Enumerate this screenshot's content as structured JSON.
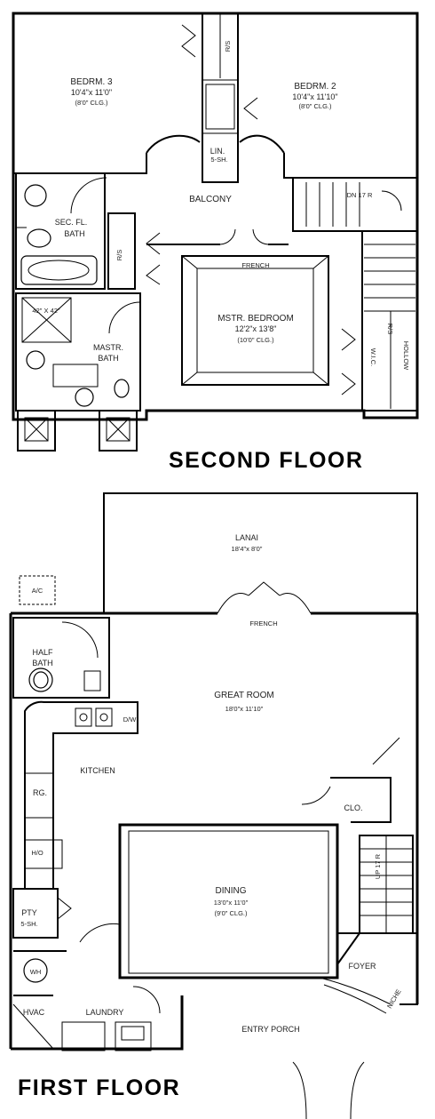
{
  "second_floor": {
    "title": "SECOND FLOOR",
    "rooms": {
      "bedrm3": {
        "name": "BEDRM. 3",
        "size": "10'4\"x 11'0\"",
        "ceiling": "(8'0\" CLG.)"
      },
      "bedrm2": {
        "name": "BEDRM. 2",
        "size": "10'4\"x 11'10\"",
        "ceiling": "(8'0\" CLG.)"
      },
      "lin": {
        "name": "LIN.",
        "detail": "5-SH."
      },
      "balcony": {
        "name": "BALCONY"
      },
      "sec_bath_1": "SEC. FL.",
      "sec_bath_2": "BATH",
      "mstr_bedroom": {
        "name": "MSTR. BEDROOM",
        "size": "12'2\"x 13'8\"",
        "ceiling": "(10'0\" CLG.)"
      },
      "mstr_bath_1": "MASTR.",
      "mstr_bath_2": "BATH",
      "shower": "42\" X 42\"",
      "wic": "W.I.C.",
      "rs_top": "R/S",
      "rs_left": "R/S",
      "rs_right": "R/S",
      "hollow": "HOLLOW",
      "french": "FRENCH",
      "dn_stair": "DN 17 R"
    }
  },
  "first_floor": {
    "title": "FIRST FLOOR",
    "rooms": {
      "lanai": {
        "name": "LANAI",
        "size": "18'4\"x 8'0\""
      },
      "ac": "A/C",
      "french": "FRENCH",
      "half_bath_1": "HALF",
      "half_bath_2": "BATH",
      "great_room": {
        "name": "GREAT ROOM",
        "size": "18'0\"x 11'10\""
      },
      "dw": "D/W",
      "kitchen": "KITCHEN",
      "rg": "RG.",
      "ho": "H/O",
      "clo": "CLO.",
      "up_stair": "UP 17 R",
      "dining": {
        "name": "DINING",
        "size": "13'0\"x 11'0\"",
        "ceiling": "(9'0\" CLG.)"
      },
      "pty_1": "PTY",
      "pty_2": "5-SH.",
      "wh": "WH",
      "foyer": "FOYER",
      "niche": "NICHE",
      "hvac": "HVAC",
      "laundry": "LAUNDRY",
      "entry_porch": "ENTRY PORCH"
    }
  }
}
